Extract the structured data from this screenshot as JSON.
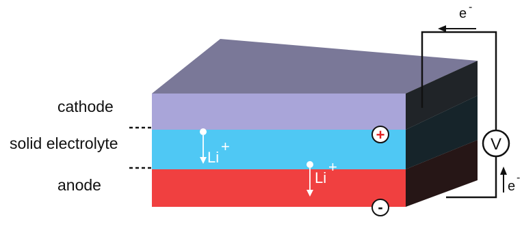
{
  "labels": {
    "cathode": "cathode",
    "electrolyte": "solid electrolyte",
    "anode": "anode"
  },
  "ions": {
    "upper": {
      "symbol": "Li",
      "charge": "+"
    },
    "lower": {
      "symbol": "Li",
      "charge": "+"
    }
  },
  "electron": {
    "top": {
      "symbol": "e",
      "charge": "-"
    },
    "right": {
      "symbol": "e",
      "charge": "-"
    }
  },
  "terminals": {
    "positive": "+",
    "negative": "-"
  },
  "voltmeter": "V",
  "colors": {
    "cathode_front": "#a9a5d9",
    "cathode_top": "#7a7898",
    "electrolyte_front": "#4fc8f4",
    "anode_front": "#f04040",
    "side_dark": "#1e1e22",
    "wire": "#111111",
    "terminal_positive": "#e02020"
  }
}
